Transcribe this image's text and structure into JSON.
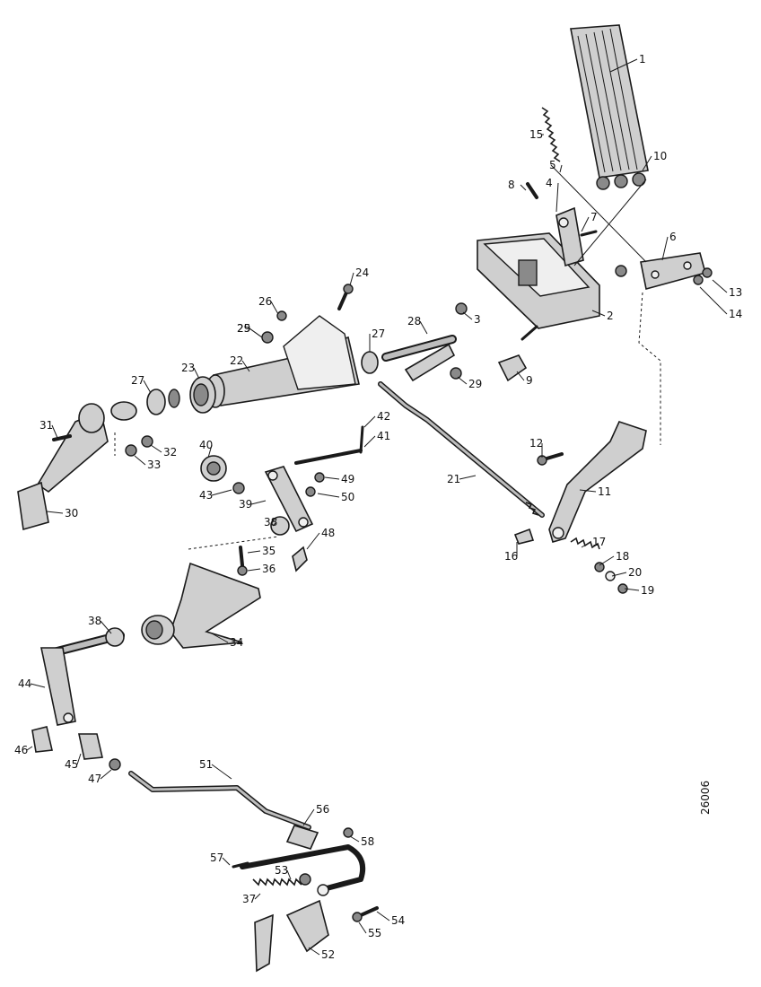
{
  "reference_code": "26006",
  "callouts": [
    {
      "id": "1",
      "label": "1"
    },
    {
      "id": "2",
      "label": "2"
    },
    {
      "id": "3",
      "label": "3"
    },
    {
      "id": "4",
      "label": "4"
    },
    {
      "id": "5",
      "label": "5"
    },
    {
      "id": "6",
      "label": "6"
    },
    {
      "id": "7",
      "label": "7"
    },
    {
      "id": "8",
      "label": "8"
    },
    {
      "id": "9",
      "label": "9"
    },
    {
      "id": "10",
      "label": "10"
    },
    {
      "id": "11",
      "label": "11"
    },
    {
      "id": "12",
      "label": "12"
    },
    {
      "id": "13",
      "label": "13"
    },
    {
      "id": "14",
      "label": "14"
    },
    {
      "id": "15",
      "label": "15"
    },
    {
      "id": "16",
      "label": "16"
    },
    {
      "id": "17",
      "label": "17"
    },
    {
      "id": "18",
      "label": "18"
    },
    {
      "id": "19",
      "label": "19"
    },
    {
      "id": "20",
      "label": "20"
    },
    {
      "id": "21",
      "label": "21"
    },
    {
      "id": "22",
      "label": "22"
    },
    {
      "id": "23",
      "label": "23"
    },
    {
      "id": "24",
      "label": "24"
    },
    {
      "id": "25",
      "label": "25"
    },
    {
      "id": "26",
      "label": "26"
    },
    {
      "id": "27a",
      "label": "27"
    },
    {
      "id": "27b",
      "label": "27"
    },
    {
      "id": "28",
      "label": "28"
    },
    {
      "id": "29a",
      "label": "29"
    },
    {
      "id": "29b",
      "label": "29"
    },
    {
      "id": "30",
      "label": "30"
    },
    {
      "id": "31",
      "label": "31"
    },
    {
      "id": "32",
      "label": "32"
    },
    {
      "id": "33",
      "label": "33"
    },
    {
      "id": "34",
      "label": "34"
    },
    {
      "id": "35",
      "label": "35"
    },
    {
      "id": "36",
      "label": "36"
    },
    {
      "id": "37",
      "label": "37"
    },
    {
      "id": "38a",
      "label": "38"
    },
    {
      "id": "38b",
      "label": "38"
    },
    {
      "id": "39",
      "label": "39"
    },
    {
      "id": "40",
      "label": "40"
    },
    {
      "id": "41",
      "label": "41"
    },
    {
      "id": "42",
      "label": "42"
    },
    {
      "id": "43",
      "label": "43"
    },
    {
      "id": "44",
      "label": "44"
    },
    {
      "id": "45",
      "label": "45"
    },
    {
      "id": "46",
      "label": "46"
    },
    {
      "id": "47",
      "label": "47"
    },
    {
      "id": "48",
      "label": "48"
    },
    {
      "id": "49",
      "label": "49"
    },
    {
      "id": "50",
      "label": "50"
    },
    {
      "id": "51",
      "label": "51"
    },
    {
      "id": "52",
      "label": "52"
    },
    {
      "id": "53",
      "label": "53"
    },
    {
      "id": "54",
      "label": "54"
    },
    {
      "id": "55",
      "label": "55"
    },
    {
      "id": "56",
      "label": "56"
    },
    {
      "id": "57",
      "label": "57"
    },
    {
      "id": "58",
      "label": "58"
    }
  ]
}
